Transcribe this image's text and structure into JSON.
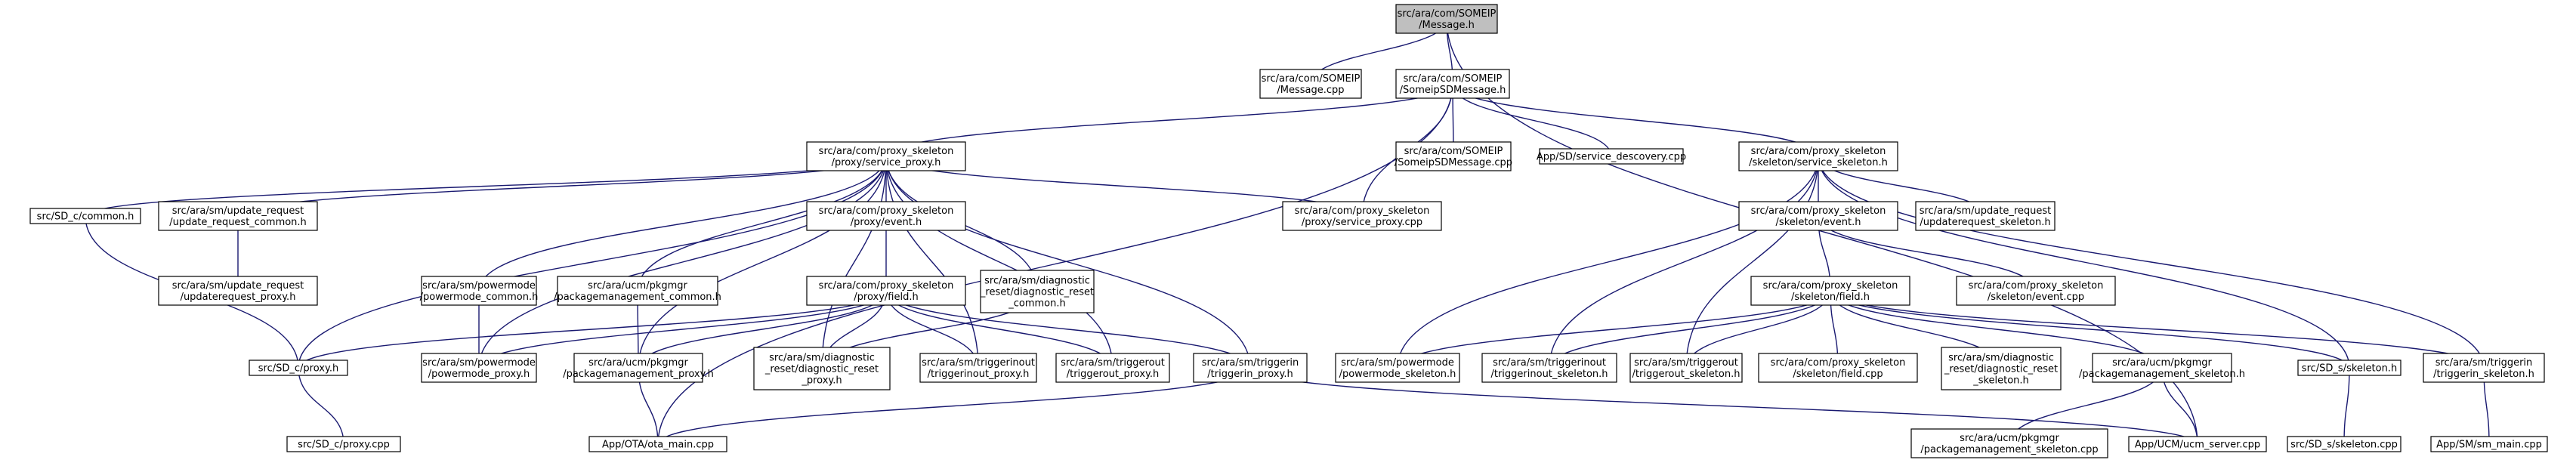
{
  "colors": {
    "edge": "#191970",
    "focus_fill": "#bfbfbf",
    "node_fill": "#ffffff",
    "border": "#000000"
  },
  "nodes": {
    "message_h": {
      "lines": [
        "src/ara/com/SOMEIP",
        "/Message.h"
      ],
      "focus": true
    },
    "message_cpp": {
      "lines": [
        "src/ara/com/SOMEIP",
        "/Message.cpp"
      ]
    },
    "someipsd_h": {
      "lines": [
        "src/ara/com/SOMEIP",
        "/SomeipSDMessage.h"
      ]
    },
    "someipsd_cpp": {
      "lines": [
        "src/ara/com/SOMEIP",
        "/SomeipSDMessage.cpp"
      ]
    },
    "service_discovery": {
      "lines": [
        "App/SD/service_descovery.cpp"
      ]
    },
    "service_proxy_h": {
      "lines": [
        "src/ara/com/proxy_skeleton",
        "/proxy/service_proxy.h"
      ]
    },
    "service_skeleton_h": {
      "lines": [
        "src/ara/com/proxy_skeleton",
        "/skeleton/service_skeleton.h"
      ]
    },
    "sd_c_common": {
      "lines": [
        "src/SD_c/common.h"
      ]
    },
    "update_request_common": {
      "lines": [
        "src/ara/sm/update_request",
        "/update_request_common.h"
      ]
    },
    "proxy_event_h": {
      "lines": [
        "src/ara/com/proxy_skeleton",
        "/proxy/event.h"
      ]
    },
    "service_proxy_cpp": {
      "lines": [
        "src/ara/com/proxy_skeleton",
        "/proxy/service_proxy.cpp"
      ]
    },
    "skeleton_event_h": {
      "lines": [
        "src/ara/com/proxy_skeleton",
        "/skeleton/event.h"
      ]
    },
    "updaterequest_skeleton_h": {
      "lines": [
        "src/ara/sm/update_request",
        "/updaterequest_skeleton.h"
      ]
    },
    "updaterequest_proxy_h": {
      "lines": [
        "src/ara/sm/update_request",
        "/updaterequest_proxy.h"
      ]
    },
    "powermode_common": {
      "lines": [
        "src/ara/sm/powermode",
        "/powermode_common.h"
      ]
    },
    "packagemanagement_common": {
      "lines": [
        "src/ara/ucm/pkgmgr",
        "/packagemanagement_common.h"
      ]
    },
    "proxy_field_h": {
      "lines": [
        "src/ara/com/proxy_skeleton",
        "/proxy/field.h"
      ]
    },
    "diag_reset_common": {
      "lines": [
        "src/ara/sm/diagnostic",
        "_reset/diagnostic_reset",
        "_common.h"
      ]
    },
    "skeleton_field_h": {
      "lines": [
        "src/ara/com/proxy_skeleton",
        "/skeleton/field.h"
      ]
    },
    "skeleton_event_cpp": {
      "lines": [
        "src/ara/com/proxy_skeleton",
        "/skeleton/event.cpp"
      ]
    },
    "sd_c_proxy_h": {
      "lines": [
        "src/SD_c/proxy.h"
      ]
    },
    "powermode_proxy_h": {
      "lines": [
        "src/ara/sm/powermode",
        "/powermode_proxy.h"
      ]
    },
    "packagemanagement_proxy_h": {
      "lines": [
        "src/ara/ucm/pkgmgr",
        "/packagemanagement_proxy.h"
      ]
    },
    "diag_reset_proxy_h": {
      "lines": [
        "src/ara/sm/diagnostic",
        "_reset/diagnostic_reset",
        "_proxy.h"
      ]
    },
    "triggerinout_proxy_h": {
      "lines": [
        "src/ara/sm/triggerinout",
        "/triggerinout_proxy.h"
      ]
    },
    "triggerout_proxy_h": {
      "lines": [
        "src/ara/sm/triggerout",
        "/triggerout_proxy.h"
      ]
    },
    "triggerin_proxy_h": {
      "lines": [
        "src/ara/sm/triggerin",
        "/triggerin_proxy.h"
      ]
    },
    "powermode_skeleton_h": {
      "lines": [
        "src/ara/sm/powermode",
        "/powermode_skeleton.h"
      ]
    },
    "triggerinout_skeleton_h": {
      "lines": [
        "src/ara/sm/triggerinout",
        "/triggerinout_skeleton.h"
      ]
    },
    "triggerout_skeleton_h": {
      "lines": [
        "src/ara/sm/triggerout",
        "/triggerout_skeleton.h"
      ]
    },
    "skeleton_field_cpp": {
      "lines": [
        "src/ara/com/proxy_skeleton",
        "/skeleton/field.cpp"
      ]
    },
    "diag_reset_skeleton_h": {
      "lines": [
        "src/ara/sm/diagnostic",
        "_reset/diagnostic_reset",
        "_skeleton.h"
      ]
    },
    "packagemanagement_skeleton_h": {
      "lines": [
        "src/ara/ucm/pkgmgr",
        "/packagemanagement_skeleton.h"
      ]
    },
    "sd_s_skeleton_h": {
      "lines": [
        "src/SD_s/skeleton.h"
      ]
    },
    "triggerin_skeleton_h": {
      "lines": [
        "src/ara/sm/triggerin",
        "/triggerin_skeleton.h"
      ]
    },
    "sd_c_proxy_cpp": {
      "lines": [
        "src/SD_c/proxy.cpp"
      ]
    },
    "ota_main": {
      "lines": [
        "App/OTA/ota_main.cpp"
      ]
    },
    "packagemanagement_skeleton_cpp": {
      "lines": [
        "src/ara/ucm/pkgmgr",
        "/packagemanagement_skeleton.cpp"
      ]
    },
    "ucm_server": {
      "lines": [
        "App/UCM/ucm_server.cpp"
      ]
    },
    "sd_s_skeleton_cpp": {
      "lines": [
        "src/SD_s/skeleton.cpp"
      ]
    },
    "sm_main": {
      "lines": [
        "App/SM/sm_main.cpp"
      ]
    }
  },
  "edges": [
    [
      "message_h",
      "message_cpp"
    ],
    [
      "message_h",
      "someipsd_h"
    ],
    [
      "message_h",
      "ucm_server"
    ],
    [
      "someipsd_h",
      "someipsd_cpp"
    ],
    [
      "someipsd_h",
      "service_discovery"
    ],
    [
      "someipsd_h",
      "service_proxy_h"
    ],
    [
      "someipsd_h",
      "service_skeleton_h"
    ],
    [
      "someipsd_h",
      "service_proxy_cpp"
    ],
    [
      "someipsd_h",
      "ota_main"
    ],
    [
      "service_proxy_h",
      "sd_c_common"
    ],
    [
      "service_proxy_h",
      "update_request_common"
    ],
    [
      "service_proxy_h",
      "proxy_event_h"
    ],
    [
      "service_proxy_h",
      "service_proxy_cpp"
    ],
    [
      "service_proxy_h",
      "powermode_common"
    ],
    [
      "service_proxy_h",
      "packagemanagement_common"
    ],
    [
      "service_proxy_h",
      "diag_reset_common"
    ],
    [
      "service_proxy_h",
      "sd_c_proxy_h"
    ],
    [
      "service_proxy_h",
      "powermode_proxy_h"
    ],
    [
      "service_proxy_h",
      "packagemanagement_proxy_h"
    ],
    [
      "service_proxy_h",
      "diag_reset_proxy_h"
    ],
    [
      "service_proxy_h",
      "triggerinout_proxy_h"
    ],
    [
      "service_proxy_h",
      "triggerout_proxy_h"
    ],
    [
      "service_proxy_h",
      "triggerin_proxy_h"
    ],
    [
      "update_request_common",
      "updaterequest_proxy_h"
    ],
    [
      "sd_c_common",
      "sd_c_proxy_h"
    ],
    [
      "proxy_event_h",
      "proxy_field_h"
    ],
    [
      "powermode_common",
      "powermode_proxy_h"
    ],
    [
      "packagemanagement_common",
      "packagemanagement_proxy_h"
    ],
    [
      "diag_reset_common",
      "diag_reset_proxy_h"
    ],
    [
      "proxy_field_h",
      "sd_c_proxy_h"
    ],
    [
      "proxy_field_h",
      "powermode_proxy_h"
    ],
    [
      "proxy_field_h",
      "packagemanagement_proxy_h"
    ],
    [
      "proxy_field_h",
      "diag_reset_proxy_h"
    ],
    [
      "proxy_field_h",
      "triggerinout_proxy_h"
    ],
    [
      "proxy_field_h",
      "triggerout_proxy_h"
    ],
    [
      "proxy_field_h",
      "triggerin_proxy_h"
    ],
    [
      "sd_c_proxy_h",
      "sd_c_proxy_cpp"
    ],
    [
      "packagemanagement_proxy_h",
      "ota_main"
    ],
    [
      "triggerin_proxy_h",
      "ota_main"
    ],
    [
      "triggerin_proxy_h",
      "ucm_server"
    ],
    [
      "service_skeleton_h",
      "skeleton_event_h"
    ],
    [
      "service_skeleton_h",
      "updaterequest_skeleton_h"
    ],
    [
      "service_skeleton_h",
      "powermode_skeleton_h"
    ],
    [
      "service_skeleton_h",
      "triggerinout_skeleton_h"
    ],
    [
      "service_skeleton_h",
      "triggerout_skeleton_h"
    ],
    [
      "service_skeleton_h",
      "sd_s_skeleton_h"
    ],
    [
      "service_skeleton_h",
      "triggerin_skeleton_h"
    ],
    [
      "skeleton_event_h",
      "skeleton_field_h"
    ],
    [
      "skeleton_event_h",
      "skeleton_event_cpp"
    ],
    [
      "skeleton_field_h",
      "powermode_skeleton_h"
    ],
    [
      "skeleton_field_h",
      "triggerinout_skeleton_h"
    ],
    [
      "skeleton_field_h",
      "triggerout_skeleton_h"
    ],
    [
      "skeleton_field_h",
      "skeleton_field_cpp"
    ],
    [
      "skeleton_field_h",
      "diag_reset_skeleton_h"
    ],
    [
      "skeleton_field_h",
      "packagemanagement_skeleton_h"
    ],
    [
      "skeleton_field_h",
      "sd_s_skeleton_h"
    ],
    [
      "skeleton_field_h",
      "triggerin_skeleton_h"
    ],
    [
      "packagemanagement_skeleton_h",
      "packagemanagement_skeleton_cpp"
    ],
    [
      "packagemanagement_skeleton_h",
      "ucm_server"
    ],
    [
      "sd_s_skeleton_h",
      "sd_s_skeleton_cpp"
    ],
    [
      "triggerin_skeleton_h",
      "sm_main"
    ]
  ]
}
